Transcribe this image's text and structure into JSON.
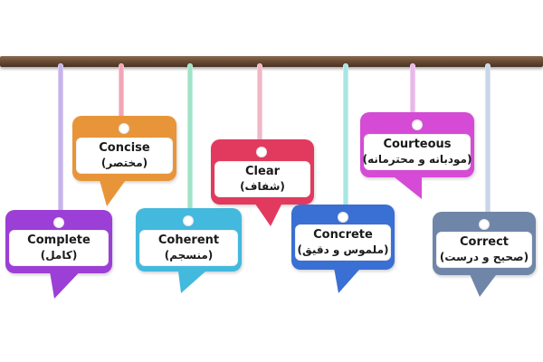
{
  "tags": [
    {
      "en": "Concise",
      "fa": "(مختصر)",
      "color": "#e8953a",
      "string": "#f2a6b6"
    },
    {
      "en": "Complete",
      "fa": "(کامل)",
      "color": "#9b3fd6",
      "string": "#c7b4ea"
    },
    {
      "en": "Coherent",
      "fa": "(منسجم)",
      "color": "#43b9dd",
      "string": "#9fe3c8"
    },
    {
      "en": "Clear",
      "fa": "(شفاف)",
      "color": "#e23a5e",
      "string": "#f2b7c7"
    },
    {
      "en": "Concrete",
      "fa": "(ملموس و دقیق)",
      "color": "#3a6fd4",
      "string": "#a8e6e2"
    },
    {
      "en": "Courteous",
      "fa": "(مودبانه و محترمانه)",
      "color": "#d54bd6",
      "string": "#e9b7ea"
    },
    {
      "en": "Correct",
      "fa": "(صحیح و درست)",
      "color": "#6f86a8",
      "string": "#c9d6e8"
    }
  ]
}
